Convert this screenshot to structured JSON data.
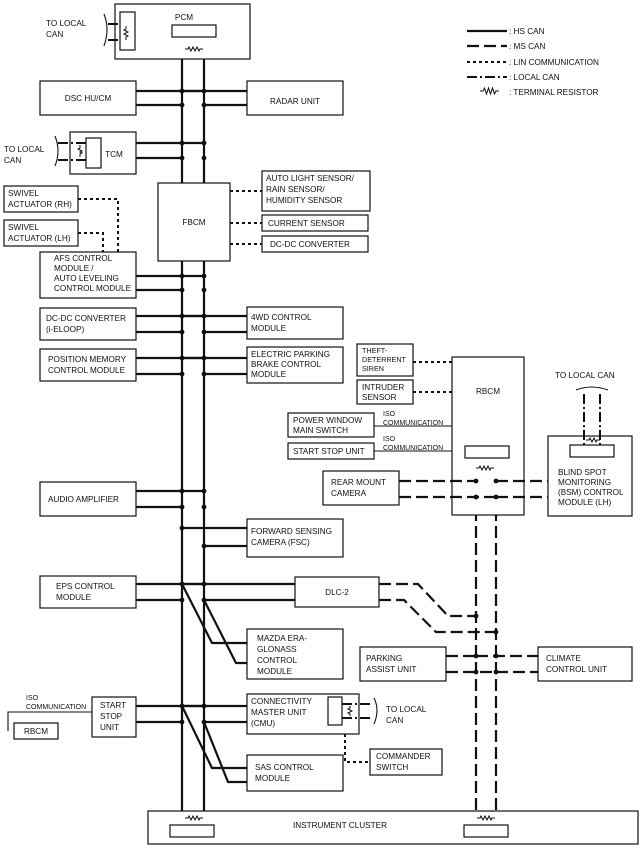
{
  "legend": [
    {
      "style": "hs",
      "label": ": HS CAN"
    },
    {
      "style": "ms",
      "label": ": MS CAN"
    },
    {
      "style": "lin",
      "label": ": LIN COMMUNICATION"
    },
    {
      "style": "loc",
      "label": ": LOCAL CAN"
    },
    {
      "style": "res",
      "label": ": TERMINAL RESISTOR"
    }
  ],
  "modules": {
    "pcm": [
      "PCM"
    ],
    "dsc": [
      "DSC HU/CM"
    ],
    "radar": [
      "RADAR UNIT"
    ],
    "tcm": [
      "TCM"
    ],
    "fbcm": [
      "FBCM"
    ],
    "auto_light": [
      "AUTO LIGHT SENSOR/",
      "RAIN SENSOR/",
      "HUMIDITY SENSOR"
    ],
    "current_sensor": [
      "CURRENT SENSOR"
    ],
    "dcdc_converter": [
      "DC-DC CONVERTER"
    ],
    "swivel_rh": [
      "SWIVEL",
      "ACTUATOR (RH)"
    ],
    "swivel_lh": [
      "SWIVEL",
      "ACTUATOR (LH)"
    ],
    "afs": [
      "AFS CONTROL",
      "MODULE /",
      "AUTO LEVELING",
      "CONTROL MODULE"
    ],
    "dcdc_eloop": [
      "DC-DC CONVERTER",
      "(i-ELOOP)"
    ],
    "awd": [
      "4WD CONTROL",
      "MODULE"
    ],
    "position_memory": [
      "POSITION MEMORY",
      "CONTROL MODULE"
    ],
    "epb": [
      "ELECTRIC PARKING",
      "BRAKE CONTROL",
      "MODULE"
    ],
    "theft_siren": [
      "THEFT-",
      "DETERRENT",
      "SIREN"
    ],
    "intruder": [
      "INTRUDER",
      "SENSOR"
    ],
    "rbcm": [
      "RBCM"
    ],
    "power_window": [
      "POWER WINDOW",
      "MAIN SWITCH"
    ],
    "start_stop_unit": [
      "START STOP UNIT"
    ],
    "rear_camera": [
      "REAR MOUNT",
      "CAMERA"
    ],
    "bsm": [
      "BLIND SPOT",
      "MONITORING",
      "(BSM) CONTROL",
      "MODULE (LH)"
    ],
    "audio_amp": [
      "AUDIO AMPLIFIER"
    ],
    "fsc": [
      "FORWARD SENSING",
      "CAMERA (FSC)"
    ],
    "eps": [
      "EPS CONTROL",
      "MODULE"
    ],
    "dlc2": [
      "DLC-2"
    ],
    "era_glonass": [
      "MAZDA ERA-",
      "GLONASS",
      "CONTROL",
      "MODULE"
    ],
    "parking_assist": [
      "PARKING",
      "ASSIST UNIT"
    ],
    "climate": [
      "CLIMATE",
      "CONTROL UNIT"
    ],
    "start_stop_unit_2": [
      "START",
      "STOP",
      "UNIT"
    ],
    "rbcm_small": [
      "RBCM"
    ],
    "cmu": [
      "CONNECTIVITY",
      "MASTER UNIT",
      "(CMU)"
    ],
    "commander": [
      "COMMANDER",
      "SWITCH"
    ],
    "sas": [
      "SAS CONTROL",
      "MODULE"
    ],
    "instrument_cluster": [
      "INSTRUMENT CLUSTER"
    ]
  },
  "labels": {
    "to_local_can_pcm": [
      "TO LOCAL",
      "CAN"
    ],
    "to_local_can_tcm": [
      "TO LOCAL",
      "CAN"
    ],
    "to_local_can_bsm": [
      "TO LOCAL CAN"
    ],
    "to_local_can_cmu": [
      "TO LOCAL",
      "CAN"
    ],
    "iso_comm_power_window": [
      "ISO",
      "COMMUNICATION"
    ],
    "iso_comm_start_stop": [
      "ISO",
      "COMMUNICATION"
    ],
    "iso_comm_rbcm": [
      "ISO",
      "COMMUNICATION"
    ]
  }
}
